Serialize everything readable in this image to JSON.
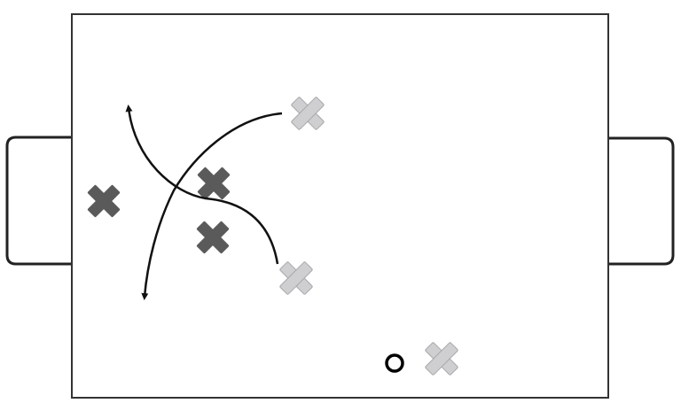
{
  "diagram": {
    "type": "pitch-play-diagram",
    "colors": {
      "line": "#333333",
      "team_dark": "#5a5a5a",
      "team_light": "#cfcfd2",
      "team_light_outline": "#a8a8aa",
      "run_arrow": "#111111",
      "ball": "#000000"
    },
    "players_dark_count": 3,
    "players_light_count": 3,
    "icons": [
      "pitch",
      "goal",
      "player-x-marker",
      "ball-circle",
      "run-arrow"
    ]
  }
}
